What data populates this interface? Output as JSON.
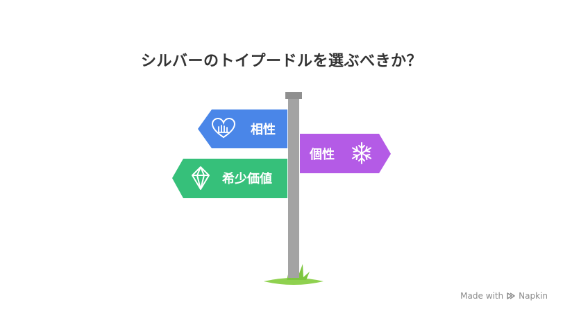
{
  "title": "シルバーのトイプードルを選ぶべきか？",
  "signs": {
    "compatibility": {
      "label": "相性",
      "color": "#4a86e8",
      "icon": "heart-handshake-icon"
    },
    "individuality": {
      "label": "個性",
      "color": "#b45be6",
      "icon": "snowflake-icon"
    },
    "rarity": {
      "label": "希少価値",
      "color": "#36c07a",
      "icon": "diamond-icon"
    }
  },
  "colors": {
    "post": "#a0a0a0",
    "post_cap": "#8f8f8f",
    "grass": "#8fd14f"
  },
  "watermark": {
    "made_with": "Made with",
    "brand": "Napkin"
  }
}
